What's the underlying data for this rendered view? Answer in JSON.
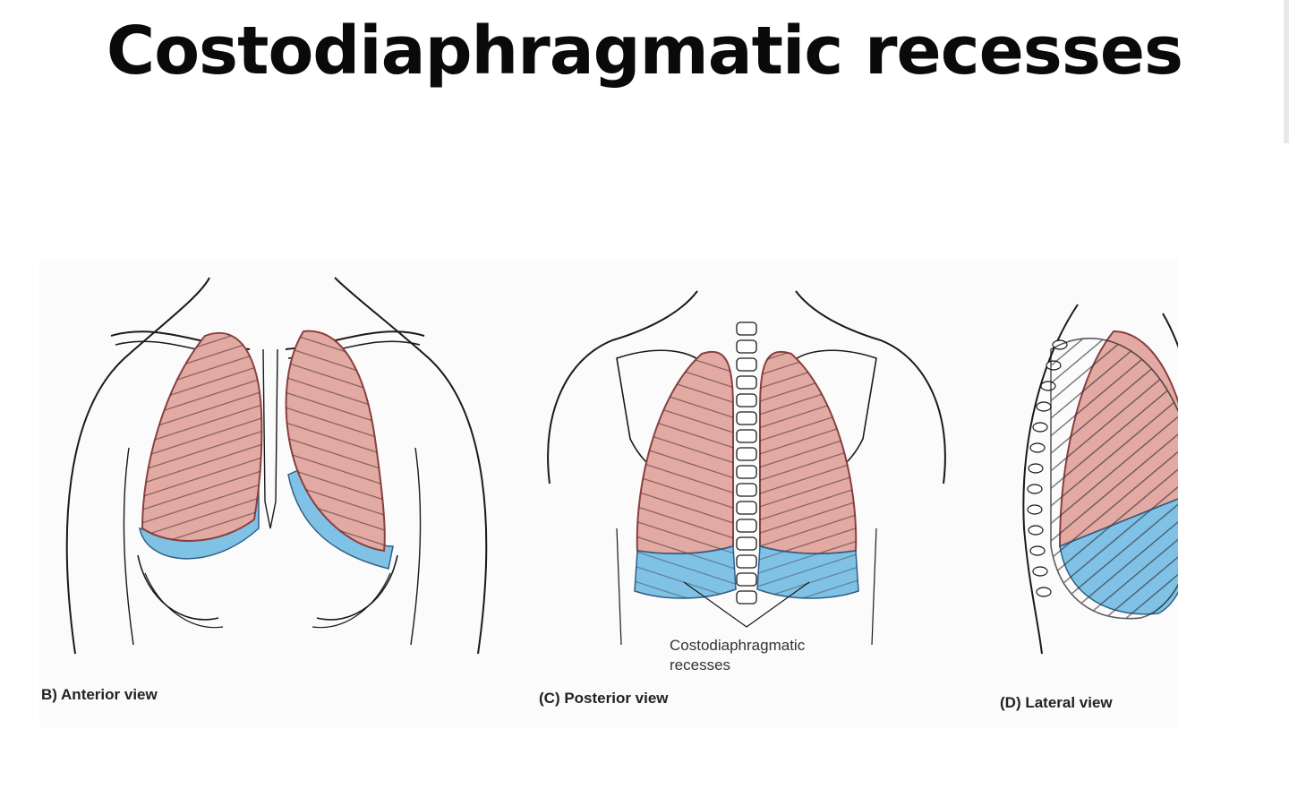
{
  "slide": {
    "title": "Costodiaphragmatic recesses"
  },
  "figure": {
    "panels": [
      {
        "id": "anterior",
        "caption": "B) Anterior view"
      },
      {
        "id": "posterior",
        "caption": "(C) Posterior view"
      },
      {
        "id": "lateral",
        "caption": "(D) Lateral view"
      }
    ],
    "callout": {
      "line1": "Costodiaphragmatic",
      "line2": "recesses"
    },
    "colors": {
      "lung": "#e3aaa4",
      "lung_stroke": "#b06a66",
      "pleural_recess": "#7fc2e6",
      "outline": "#1a1a1a",
      "bone": "#ffffff"
    }
  }
}
